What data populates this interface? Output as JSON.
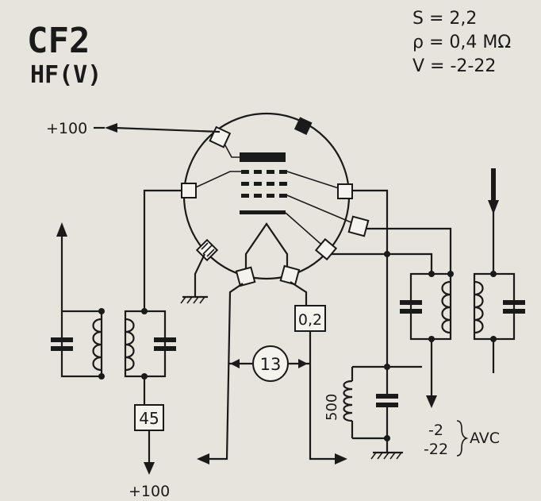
{
  "tube": {
    "type": "CF2",
    "function": "HF(V)"
  },
  "specs": {
    "s": "S = 2,2",
    "rho": "ρ = 0,4 MΩ",
    "v": "V = -2-22"
  },
  "labels": {
    "plus100_top": "+100",
    "plus100_bottom": "+100",
    "r45": "45",
    "r02": "0,2",
    "heater_v": "13",
    "r500": "500",
    "avc_1": "-2",
    "avc_2": "-22",
    "avc": "AVC"
  }
}
